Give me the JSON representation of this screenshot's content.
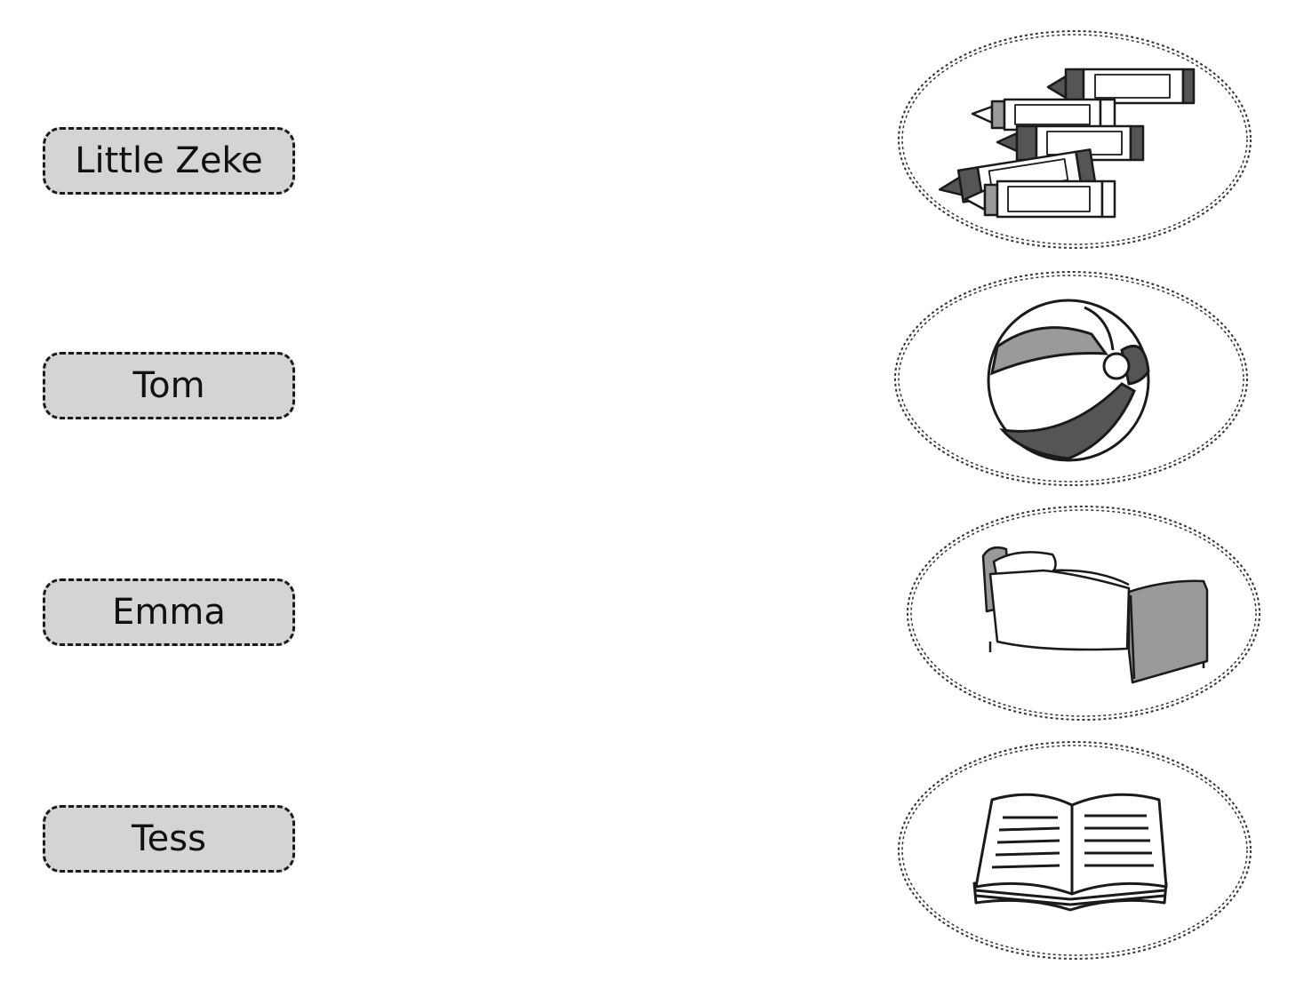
{
  "names": [
    {
      "label": "Little Zeke"
    },
    {
      "label": "Tom"
    },
    {
      "label": "Emma"
    },
    {
      "label": "Tess"
    }
  ],
  "pictures": [
    {
      "icon": "crayons-icon"
    },
    {
      "icon": "beach-ball-icon"
    },
    {
      "icon": "bed-icon"
    },
    {
      "icon": "open-book-icon"
    }
  ],
  "colors": {
    "tag_fill": "#d4d4d4",
    "line": "#1a1a1a",
    "shade_dark": "#555555",
    "shade_mid": "#9a9a9a"
  }
}
